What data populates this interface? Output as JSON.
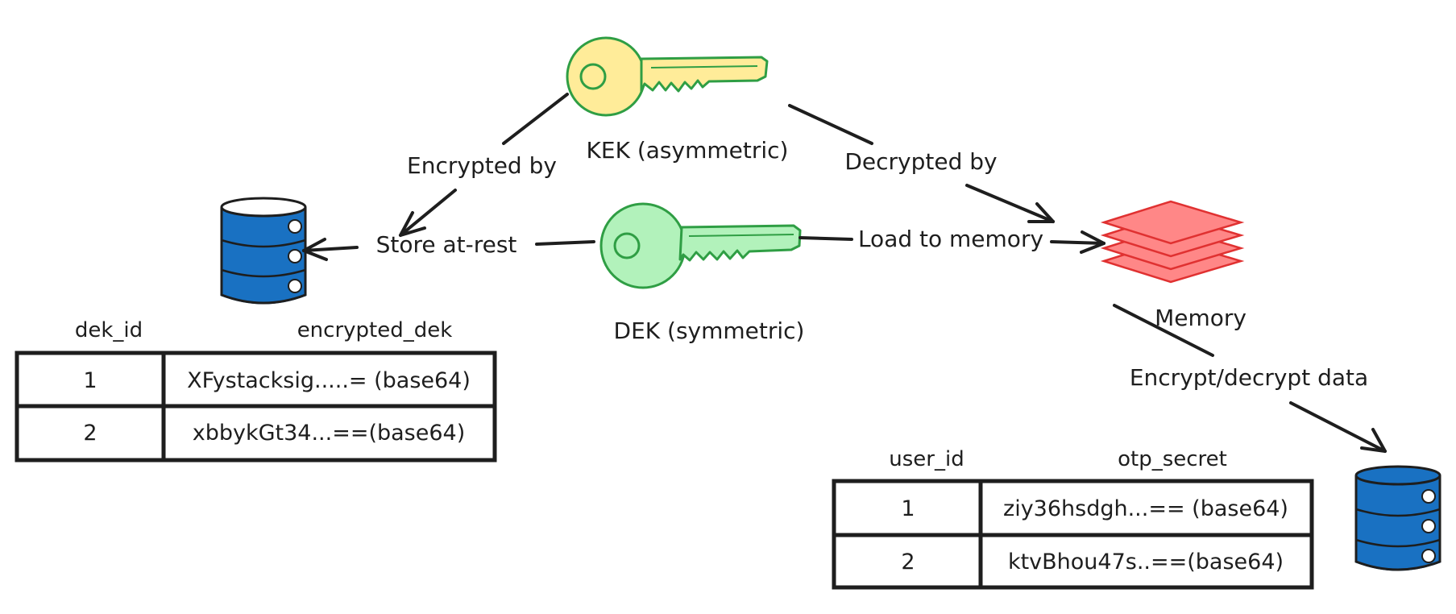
{
  "nodes": {
    "kek": {
      "label": "KEK (asymmetric)"
    },
    "dek": {
      "label": "DEK (symmetric)"
    },
    "memory": {
      "label": "Memory"
    }
  },
  "edges": {
    "encrypted_by": "Encrypted by",
    "decrypted_by": "Decrypted by",
    "store_at_rest": "Store at-rest",
    "load_to_memory": "Load to memory",
    "encrypt_decrypt": "Encrypt/decrypt data"
  },
  "dek_table": {
    "headers": [
      "dek_id",
      "encrypted_dek"
    ],
    "rows": [
      [
        "1",
        "XFystacksig.....= (base64)"
      ],
      [
        "2",
        "xbbykGt34...==(base64)"
      ]
    ]
  },
  "otp_table": {
    "headers": [
      "user_id",
      "otp_secret"
    ],
    "rows": [
      [
        "1",
        "ziy36hsdgh...== (base64)"
      ],
      [
        "2",
        "ktvBhou47s..==(base64)"
      ]
    ]
  },
  "colors": {
    "kek_fill": "#ffec99",
    "kek_stroke": "#2f9e44",
    "dek_fill": "#b2f2bb",
    "dek_stroke": "#2f9e44",
    "memory_fill": "#ff8787",
    "memory_stroke": "#e03131",
    "db_fill": "#1971c2",
    "db_stroke": "#1864ab"
  },
  "icons": [
    "key-icon",
    "database-icon",
    "memory-stack-icon"
  ]
}
